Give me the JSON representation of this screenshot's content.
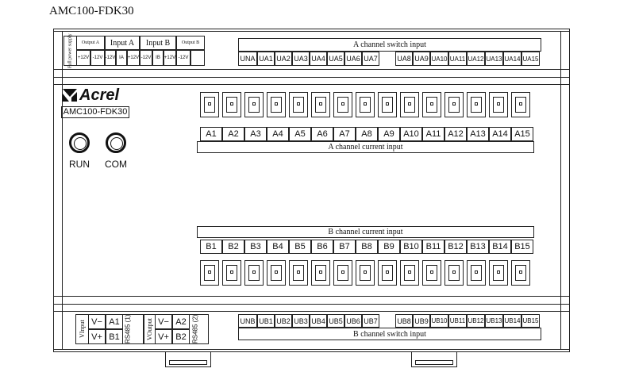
{
  "title": "AMC100-FDK30",
  "brand": {
    "name": "Acrel",
    "model": "AMC100-FDK30"
  },
  "indicators": {
    "run": "RUN",
    "com": "COM"
  },
  "top_left": {
    "aux_power": "Full power supply",
    "output_a": "Output A",
    "input_a": "Input A",
    "input_b": "Input B",
    "output_b": "Output B",
    "pins": [
      "+12V",
      "-12V",
      "-12V",
      "IA",
      "+12V",
      "-12V",
      "IB",
      "+12V",
      "-12V"
    ]
  },
  "a_switch": {
    "title": "A channel switch input",
    "labels": [
      "UNA",
      "UA1",
      "UA2",
      "UA3",
      "UA4",
      "UA5",
      "UA6",
      "UA7",
      "UA8",
      "UA9",
      "UA10",
      "UA11",
      "UA12",
      "UA13",
      "UA14",
      "UA15"
    ]
  },
  "a_current": {
    "title": "A channel current input",
    "labels": [
      "A1",
      "A2",
      "A3",
      "A4",
      "A5",
      "A6",
      "A7",
      "A8",
      "A9",
      "A10",
      "A11",
      "A12",
      "A13",
      "A14",
      "A15"
    ]
  },
  "b_current": {
    "title": "B channel current input",
    "labels": [
      "B1",
      "B2",
      "B3",
      "B4",
      "B5",
      "B6",
      "B7",
      "B8",
      "B9",
      "B10",
      "B11",
      "B12",
      "B13",
      "B14",
      "B15"
    ]
  },
  "b_switch": {
    "title": "B channel switch input",
    "labels": [
      "UNB",
      "UB1",
      "UB2",
      "UB3",
      "UB4",
      "UB5",
      "UB6",
      "UB7",
      "UB8",
      "UB9",
      "UB10",
      "UB11",
      "UB12",
      "UB13",
      "UB14",
      "UB15"
    ]
  },
  "bottom_left": {
    "vinput": "VInput",
    "voutput": "VOutput",
    "rs485_1": "RS485 (1)",
    "rs485_2": "RS485 (2)",
    "v_minus": "V−",
    "v_plus": "V+",
    "a1": "A1",
    "b1": "B1",
    "a2": "A2",
    "b2": "B2"
  }
}
